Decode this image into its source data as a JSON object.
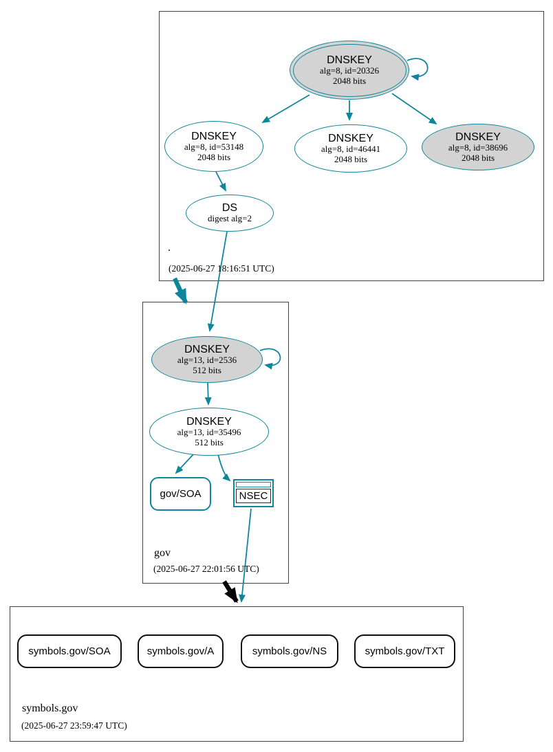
{
  "colors": {
    "secure_teal": "#0d869c",
    "insecure_black": "#000000",
    "node_fill_gray": "#d3d3d3",
    "zone_border_gray": "#414141"
  },
  "zones": {
    "root": {
      "name": ".",
      "timestamp": "(2025-06-27 18:16:51 UTC)",
      "nodes": {
        "ksk": {
          "title": "DNSKEY",
          "detail": "alg=8, id=20326",
          "size": "2048 bits"
        },
        "zsk1": {
          "title": "DNSKEY",
          "detail": "alg=8, id=53148",
          "size": "2048 bits"
        },
        "zsk2": {
          "title": "DNSKEY",
          "detail": "alg=8, id=46441",
          "size": "2048 bits"
        },
        "zsk3": {
          "title": "DNSKEY",
          "detail": "alg=8, id=38696",
          "size": "2048 bits"
        },
        "ds": {
          "title": "DS",
          "detail": "digest alg=2"
        }
      }
    },
    "gov": {
      "name": "gov",
      "timestamp": "(2025-06-27 22:01:56 UTC)",
      "nodes": {
        "ksk": {
          "title": "DNSKEY",
          "detail": "alg=13, id=2536",
          "size": "512 bits"
        },
        "zsk": {
          "title": "DNSKEY",
          "detail": "alg=13, id=35496",
          "size": "512 bits"
        },
        "soa": {
          "label": "gov/SOA"
        },
        "nsec": {
          "label": "NSEC"
        }
      }
    },
    "symbols": {
      "name": "symbols.gov",
      "timestamp": "(2025-06-27 23:59:47 UTC)",
      "nodes": {
        "soa": {
          "label": "symbols.gov/SOA"
        },
        "a": {
          "label": "symbols.gov/A"
        },
        "ns": {
          "label": "symbols.gov/NS"
        },
        "txt": {
          "label": "symbols.gov/TXT"
        }
      }
    }
  }
}
